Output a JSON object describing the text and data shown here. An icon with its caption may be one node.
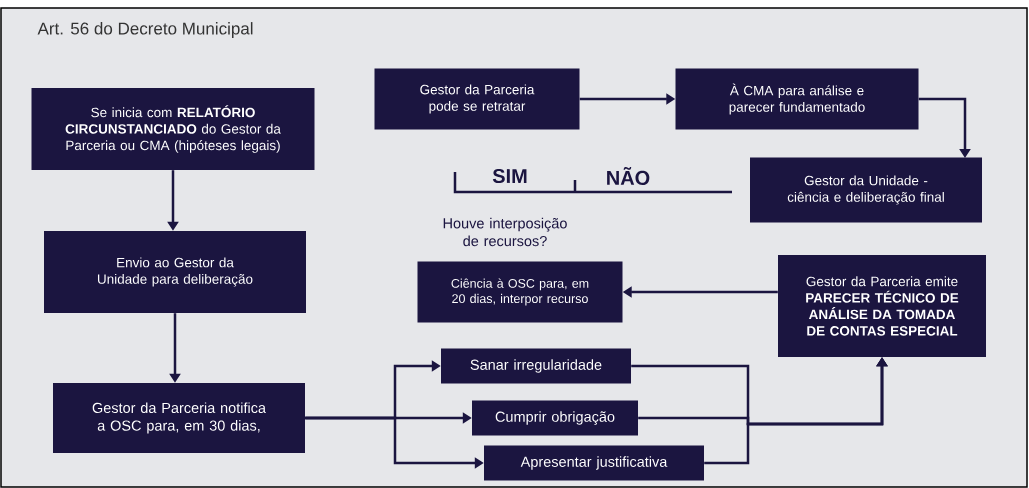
{
  "diagram": {
    "title": "Art. 56 do Decreto Municipal",
    "nodes": [
      {
        "text": [
          "Se inicia com **RELATÓRIO CIRCUNSTANCIADO** do Gestor da Parceria ou CMA (hipóteses legais)"
        ]
      },
      {
        "text": [
          "Envio ao Gestor da Unidade para deliberação"
        ]
      },
      {
        "text": [
          "Gestor da Parceria notifica a OSC para, em 30 dias,"
        ]
      },
      {
        "text": [
          "Sanar irregularidade"
        ]
      },
      {
        "text": [
          "Cumprir obrigação"
        ]
      },
      {
        "text": [
          "Apresentar justificativa"
        ]
      },
      {
        "text": [
          "Gestor da Parceria emite **PARECER TÉCNICO DE ANÁLISE DA TOMADA DE CONTAS ESPECIAL**"
        ]
      },
      {
        "text": [
          "Ciência à OSC para, em 20 dias, interpor recurso"
        ]
      },
      {
        "text": [
          "Houve interposição de recursos?"
        ]
      },
      {
        "text": [
          "Gestor da Unidade - ciência e deliberação final"
        ]
      },
      {
        "text": [
          "À CMA para análise e parecer fundamentado"
        ]
      },
      {
        "text": [
          "Gestor da Parceria pode se retratar"
        ]
      }
    ],
    "edges": [
      {
        "from": 0,
        "to": 1,
        "arrow": "to"
      },
      {
        "from": 1,
        "to": 2,
        "arrow": "to"
      },
      {
        "from": 2,
        "to": 3,
        "arrow": "to"
      },
      {
        "from": 2,
        "to": 4,
        "arrow": "to"
      },
      {
        "from": 2,
        "to": 5,
        "arrow": "to"
      },
      {
        "from": 3,
        "to": 6,
        "arrow": "to"
      },
      {
        "from": 4,
        "to": 6,
        "arrow": "to"
      },
      {
        "from": 5,
        "to": 6,
        "arrow": "to"
      },
      {
        "from": 6,
        "to": 7,
        "arrow": "to"
      },
      {
        "from": 11,
        "to": 10,
        "arrow": "to"
      },
      {
        "from": 10,
        "to": 9,
        "arrow": "to"
      }
    ],
    "labels": [
      "SIM",
      "NÃO"
    ]
  }
}
